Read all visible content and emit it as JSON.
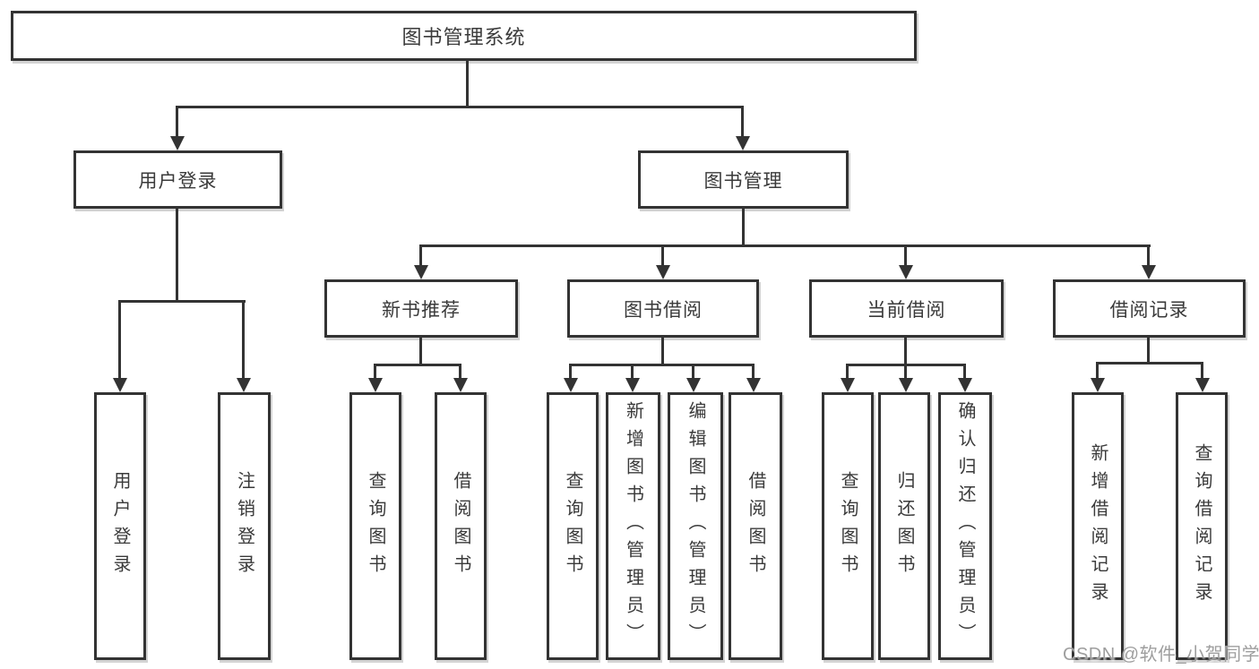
{
  "diagram": {
    "root": "图书管理系统",
    "level2": [
      {
        "label": "用户登录",
        "children": [
          "用户登录",
          "注销登录"
        ]
      },
      {
        "label": "图书管理"
      }
    ],
    "level3": [
      {
        "label": "新书推荐",
        "children": [
          "查询图书",
          "借阅图书"
        ]
      },
      {
        "label": "图书借阅",
        "children": [
          "查询图书",
          "新增图书（管理员）",
          "编辑图书（管理员）",
          "借阅图书"
        ]
      },
      {
        "label": "当前借阅",
        "children": [
          "查询图书",
          "归还图书",
          "确认归还（管理员）"
        ]
      },
      {
        "label": "借阅记录",
        "children": [
          "新增借阅记录",
          "查询借阅记录"
        ]
      }
    ]
  },
  "watermark": "CSDN @软件_小贺同学",
  "colors": {
    "line": "#333333",
    "text": "#3a3a3a",
    "watermark": "#9e9e9e",
    "background": "#ffffff"
  }
}
